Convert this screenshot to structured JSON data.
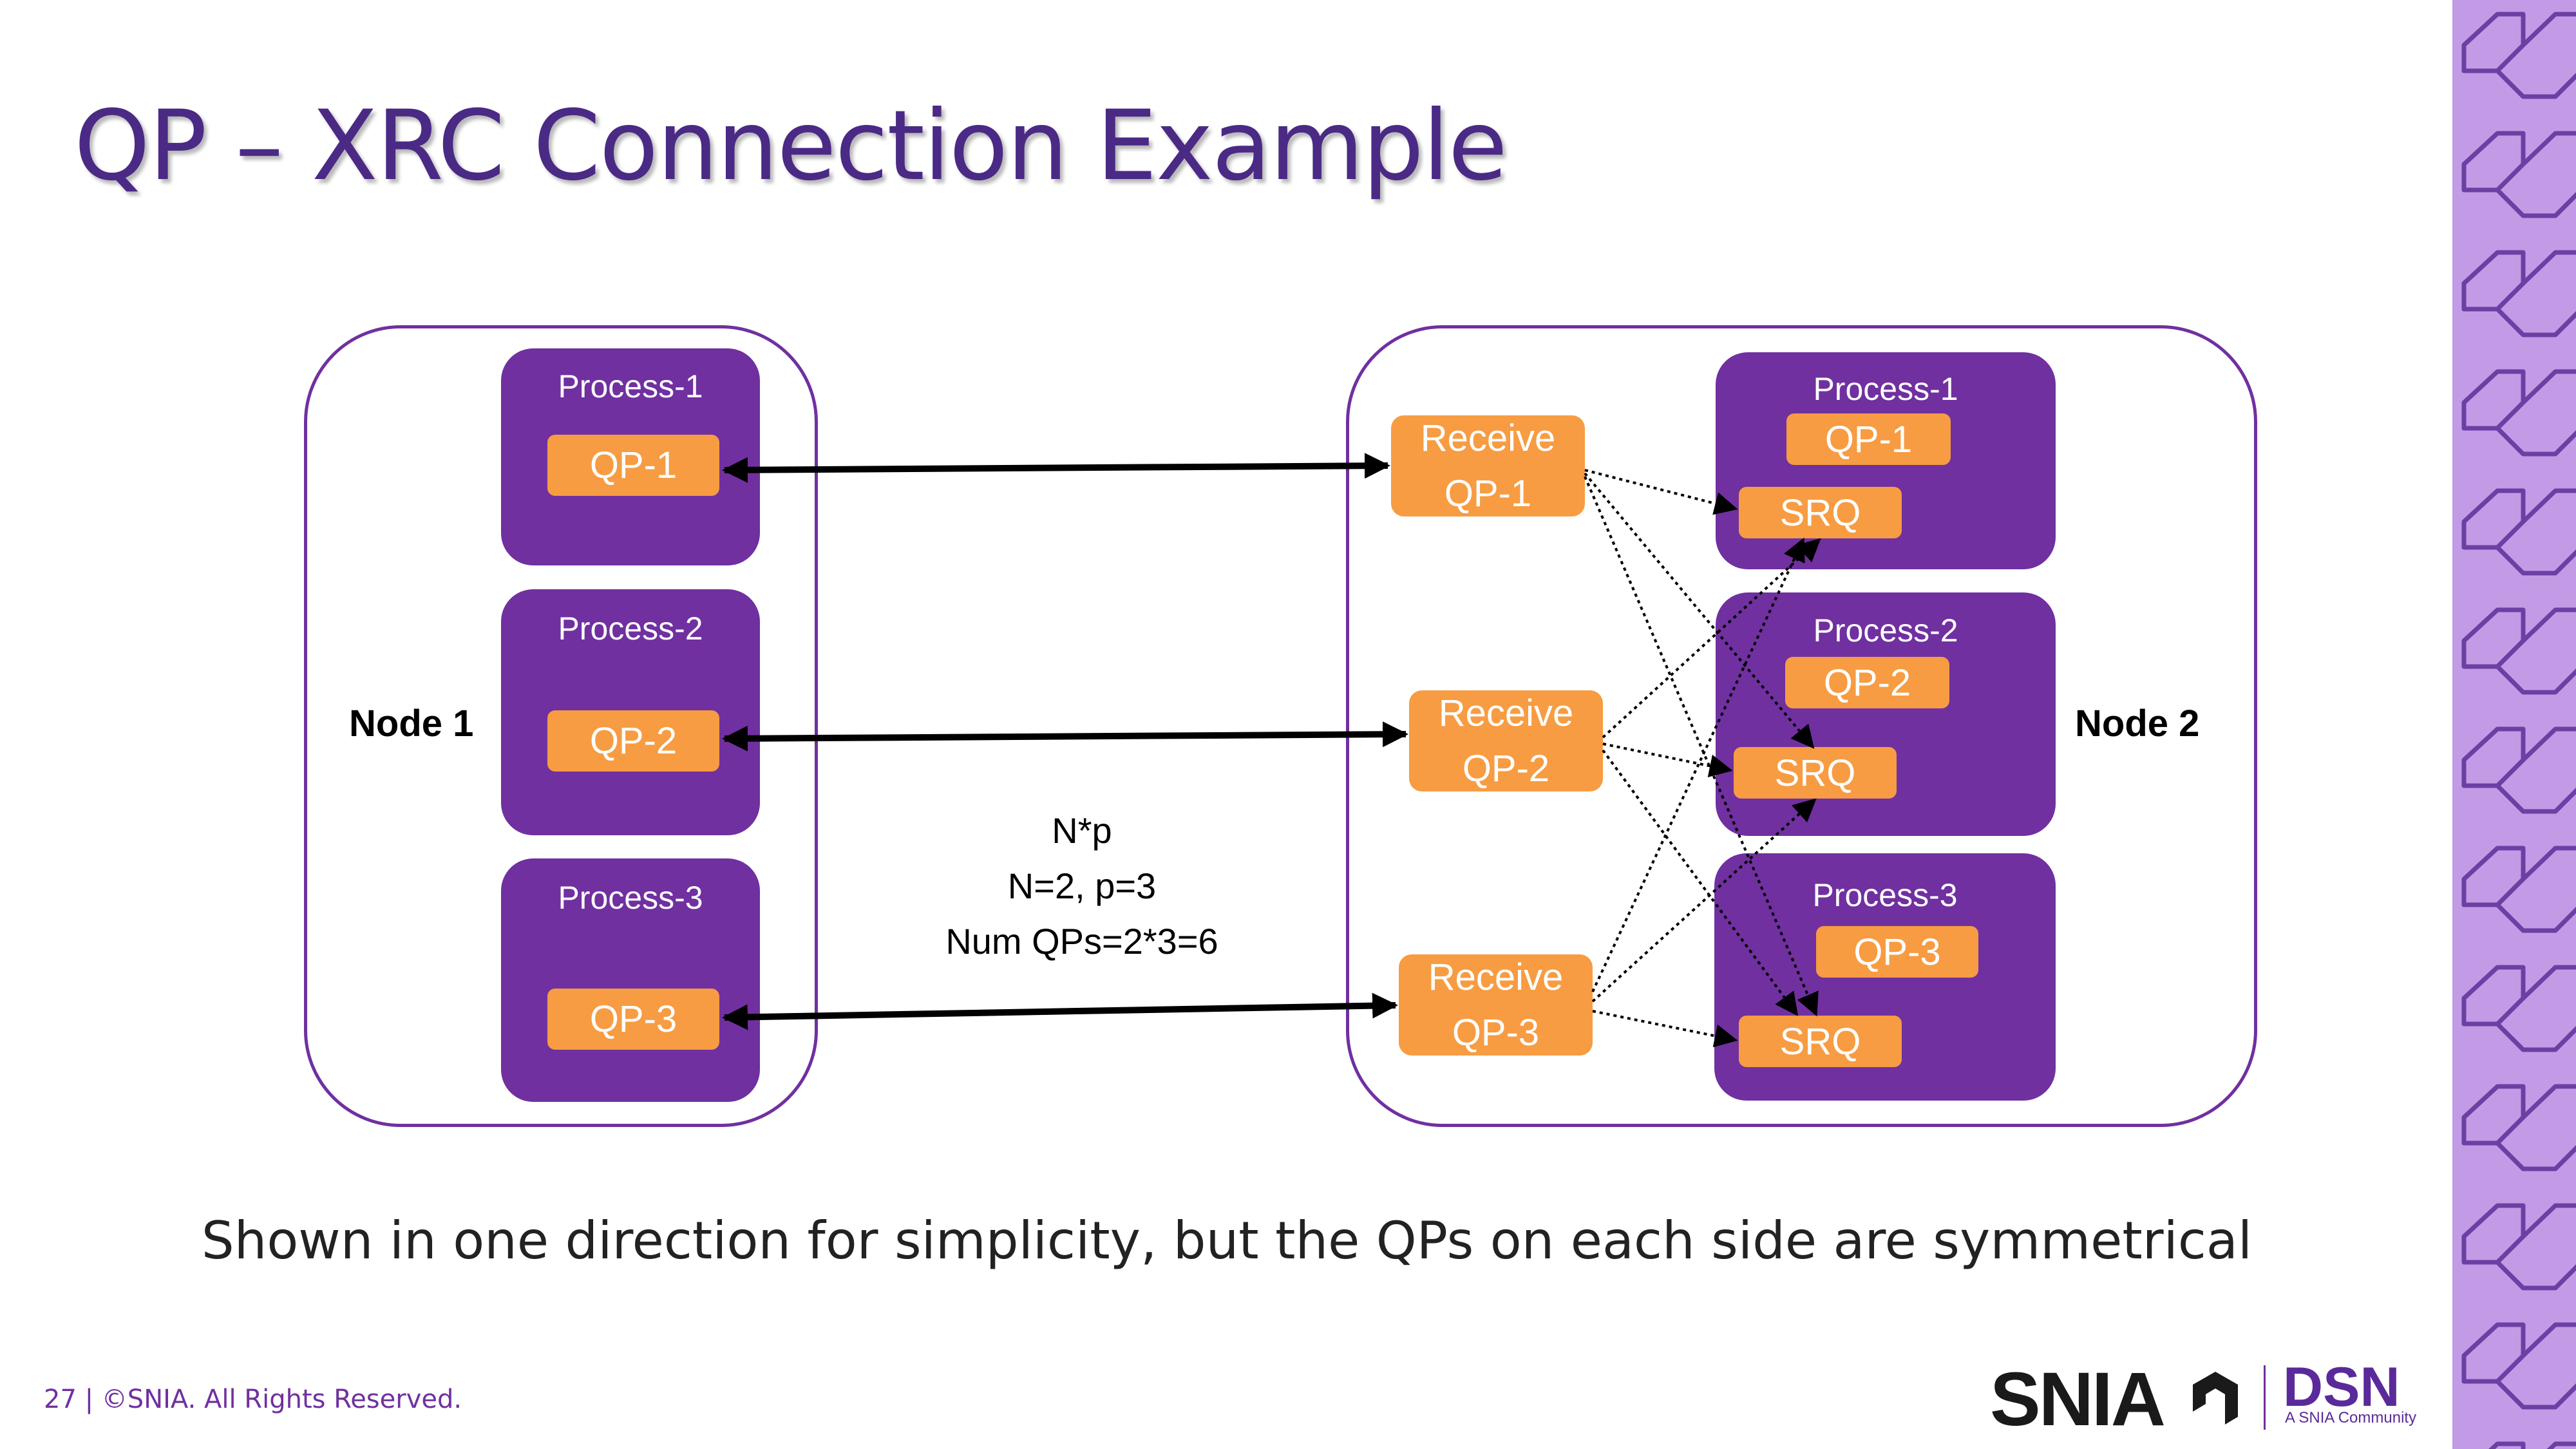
{
  "title": "QP – XRC Connection Example",
  "node1": {
    "label": "Node 1",
    "processes": [
      {
        "label": "Process-1",
        "qp": "QP-1"
      },
      {
        "label": "Process-2",
        "qp": "QP-2"
      },
      {
        "label": "Process-3",
        "qp": "QP-3"
      }
    ]
  },
  "node2": {
    "label": "Node 2",
    "receivers": [
      {
        "line1": "Receive",
        "line2": "QP-1"
      },
      {
        "line1": "Receive",
        "line2": "QP-2"
      },
      {
        "line1": "Receive",
        "line2": "QP-3"
      }
    ],
    "processes": [
      {
        "label": "Process-1",
        "qp": "QP-1",
        "srq": "SRQ"
      },
      {
        "label": "Process-2",
        "qp": "QP-2",
        "srq": "SRQ"
      },
      {
        "label": "Process-3",
        "qp": "QP-3",
        "srq": "SRQ"
      }
    ]
  },
  "formula": {
    "line1": "N*p",
    "line2": "N=2, p=3",
    "line3": "Num QPs=2*3=6"
  },
  "caption": "Shown in one direction for simplicity, but the QPs on each side are symmetrical",
  "footer": "27 | ©SNIA. All Rights Reserved.",
  "logo": {
    "snia": "SNIA",
    "dsn": "DSN",
    "dsn_sub": "A SNIA Community"
  },
  "colors": {
    "purple": "#7030a0",
    "orange": "#f79c42",
    "title": "#4a2a85",
    "sidebar": "#c29be6"
  }
}
